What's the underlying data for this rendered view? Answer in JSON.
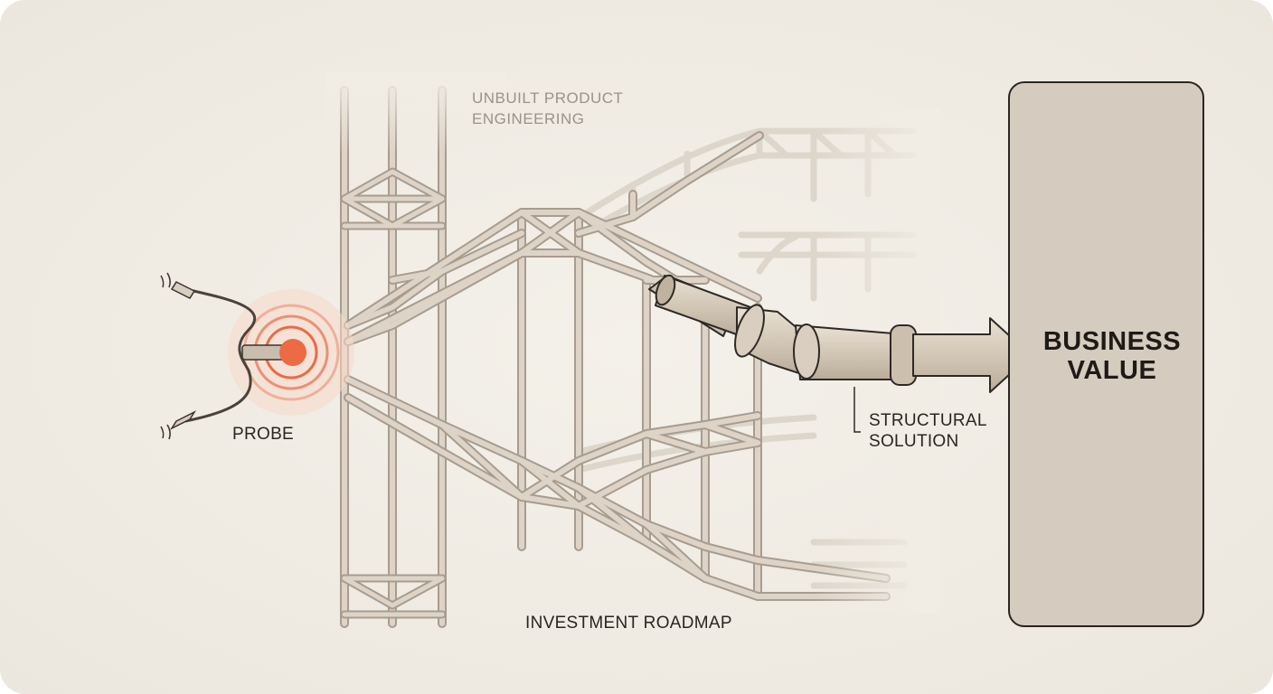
{
  "labels": {
    "unbuilt_line1": "UNBUILT PRODUCT",
    "unbuilt_line2": "ENGINEERING",
    "probe": "PROBE",
    "structural_line1": "STRUCTURAL",
    "structural_line2": "SOLUTION",
    "roadmap": "INVESTMENT ROADMAP",
    "business_line1": "BUSINESS",
    "business_line2": "VALUE"
  },
  "colors": {
    "background": "#f1ede5",
    "scaffold": "#cfc6ba",
    "scaffold_outline": "#9c9285",
    "probe_accent": "#ec6a45",
    "value_box": "#d5ccbf",
    "ink": "#2a2522"
  }
}
